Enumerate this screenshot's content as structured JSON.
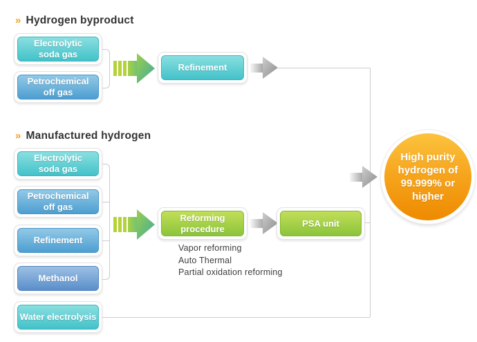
{
  "colors": {
    "bullet_orange": "#f5a01e",
    "heading_text": "#333333",
    "cyan_box_top": "#8adfe0",
    "cyan_box_bottom": "#42c2c9",
    "blue_box_top": "#92c9e6",
    "blue_box_bottom": "#4d9ed1",
    "deep_blue_box_top": "#9cc0e4",
    "deep_blue_box_bottom": "#5a8eca",
    "green_box_top": "#c2de58",
    "green_box_bottom": "#8bc43b",
    "green_arrow": "#9bce4e",
    "gray_arrow": "#8b8b8b",
    "connector_line": "#cccccc",
    "result_circle_top": "#fcc33e",
    "result_circle_bottom": "#ee8a00"
  },
  "byproduct": {
    "bullet": "»",
    "heading": "Hydrogen byproduct",
    "sources": [
      {
        "line1": "Electrolytic",
        "line2": "soda gas"
      },
      {
        "line1": "Petrochemical",
        "line2": "off gas"
      }
    ],
    "refinement": {
      "label": "Refinement"
    }
  },
  "manufactured": {
    "bullet": "»",
    "heading": "Manufactured hydrogen",
    "sources": [
      {
        "line1": "Electrolytic",
        "line2": "soda gas"
      },
      {
        "line1": "Petrochemical",
        "line2": "off gas"
      },
      {
        "line1": "Refinement"
      },
      {
        "line1": "Methanol"
      },
      {
        "line1": "Water electrolysis"
      }
    ],
    "reforming": {
      "line1": "Reforming",
      "line2": "procedure"
    },
    "reforming_methods": [
      "Vapor reforming",
      "Auto Thermal",
      "Partial oxidation reforming"
    ],
    "psa": {
      "label": "PSA unit"
    }
  },
  "result": {
    "line1": "High purity",
    "line2": "hydrogen of",
    "line3": "99.999% or",
    "line4": "higher"
  }
}
